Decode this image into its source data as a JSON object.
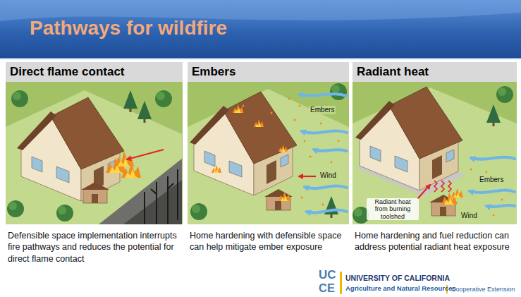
{
  "diagram": {
    "title": "Pathways for wildfire",
    "nodes": [
      {
        "text": [
          "Direct flame contact",
          "Defensible space implementation interrupts fire pathways and reduces the potential for direct flame contact"
        ]
      },
      {
        "text": [
          "Embers",
          "Home hardening with defensible space can help mitigate ember exposure"
        ]
      },
      {
        "text": [
          "Radiant heat",
          "Home hardening and fuel reduction can address potential radiant heat exposure"
        ]
      }
    ],
    "labels": [
      "Embers",
      "Wind",
      "Radiant heat from burning toolshed",
      "Embers",
      "Wind",
      "UC",
      "CE",
      "UNIVERSITY OF CALIFORNIA",
      "Agriculture and Natural Resources",
      "Cooperative Extension"
    ]
  }
}
